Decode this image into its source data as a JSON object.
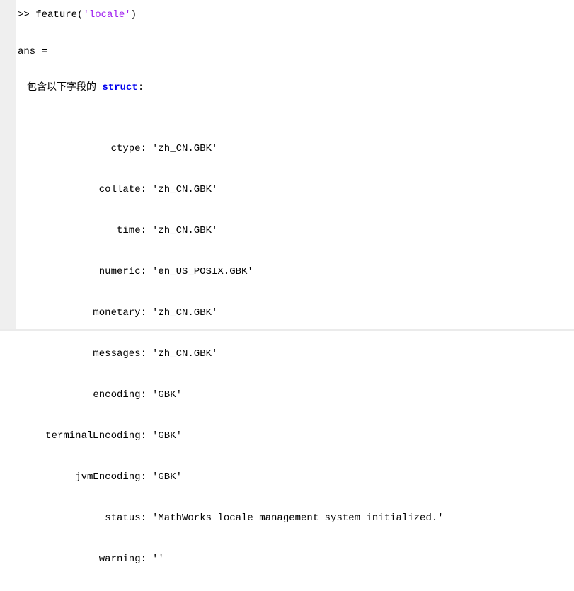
{
  "colors": {
    "background": "#ffffff",
    "text": "#000000",
    "string_literal": "#a020f0",
    "hyperlink": "#0000ee",
    "gutter": "#efefef"
  },
  "command": {
    "prompt": ">> ",
    "func_open": "feature(",
    "string_arg": "'locale'",
    "func_close": ")"
  },
  "ans_label": "ans =",
  "struct_intro": {
    "prefix": "包含以下字段的 ",
    "link_text": "struct",
    "suffix": ":"
  },
  "fields": [
    {
      "name": "ctype:",
      "value": "'zh_CN.GBK'"
    },
    {
      "name": "collate:",
      "value": "'zh_CN.GBK'"
    },
    {
      "name": "time:",
      "value": "'zh_CN.GBK'"
    },
    {
      "name": "numeric:",
      "value": "'en_US_POSIX.GBK'"
    },
    {
      "name": "monetary:",
      "value": "'zh_CN.GBK'"
    },
    {
      "name": "messages:",
      "value": "'zh_CN.GBK'"
    },
    {
      "name": "encoding:",
      "value": "'GBK'"
    },
    {
      "name": "terminalEncoding:",
      "value": "'GBK'"
    },
    {
      "name": "jvmEncoding:",
      "value": "'GBK'"
    },
    {
      "name": "status:",
      "value": "'MathWorks locale management system initialized.'"
    },
    {
      "name": "warning:",
      "value": "''"
    }
  ]
}
